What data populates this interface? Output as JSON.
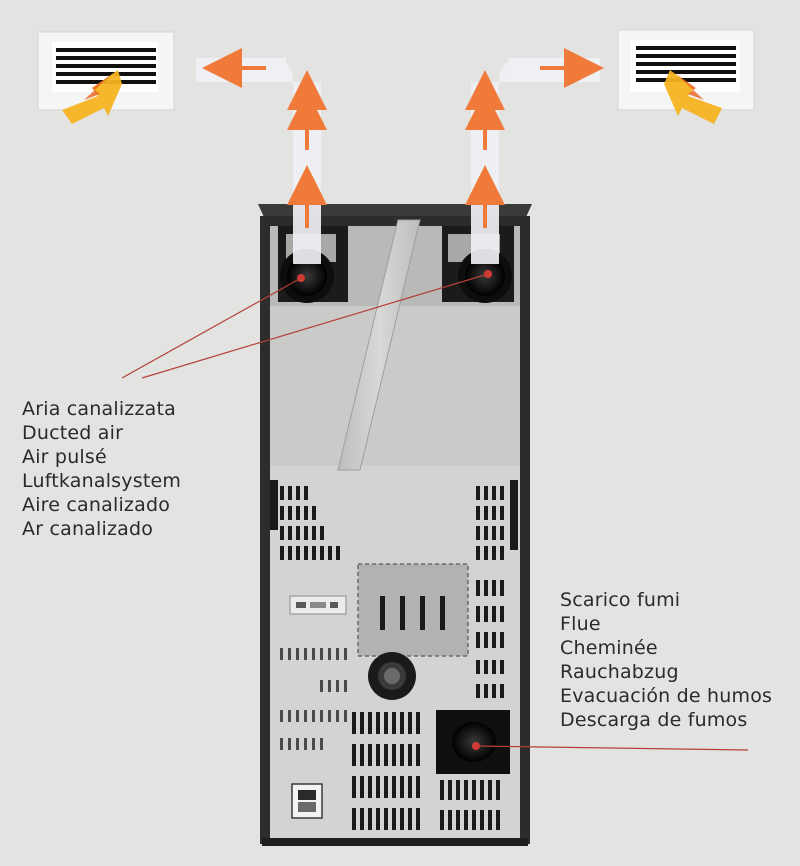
{
  "ducted_air_labels": [
    "Aria canalizzata",
    "Ducted air",
    "Air pulsé",
    "Luftkanalsystem",
    "Aire canalizado",
    "Ar canalizado"
  ],
  "flue_labels": [
    "Scarico fumi",
    "Flue",
    "Cheminée",
    "Rauchabzug",
    "Evacuación de humos",
    "Descarga de fumos"
  ],
  "colors": {
    "background": "#e3e4e2",
    "stove_frame": "#2c2c2c",
    "panel": "#c9c9c7",
    "duct": "#eef0f4",
    "arrow": "#f07a3a",
    "warm_air": "#f5b321",
    "leader_line": "#b5403a",
    "text": "#2a2a2a"
  }
}
